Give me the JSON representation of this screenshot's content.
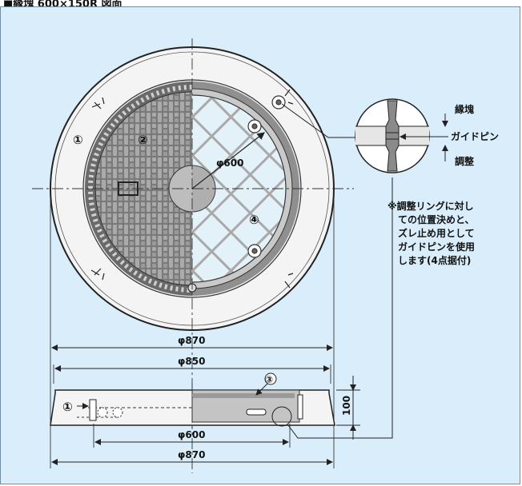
{
  "title": "■縁塊 600×150R 図面",
  "labels": {
    "n1": "①",
    "n2": "②",
    "n3": "③",
    "n4": "④",
    "n1b": "①",
    "phi600_top": "φ600",
    "phi870_top": "φ870",
    "phi850": "φ850",
    "phi600_bottom": "φ600",
    "phi870_bottom": "φ870",
    "h100": "100",
    "detail_top": "縁塊",
    "detail_mid": "ガイドピン",
    "detail_bottom": "調整"
  },
  "note": {
    "line1": "※調整リングに対し",
    "line2": "ての位置決めと、",
    "line3": "ズレ止め用として",
    "line4": "ガイドピンを使用",
    "line5": "します(4点据付)"
  },
  "colors": {
    "panel": "#d9eefa",
    "frame": "#f4f4f4",
    "cover_dark": "#6f6f6f",
    "cover_light": "#c8c8c8",
    "line": "#222222"
  }
}
